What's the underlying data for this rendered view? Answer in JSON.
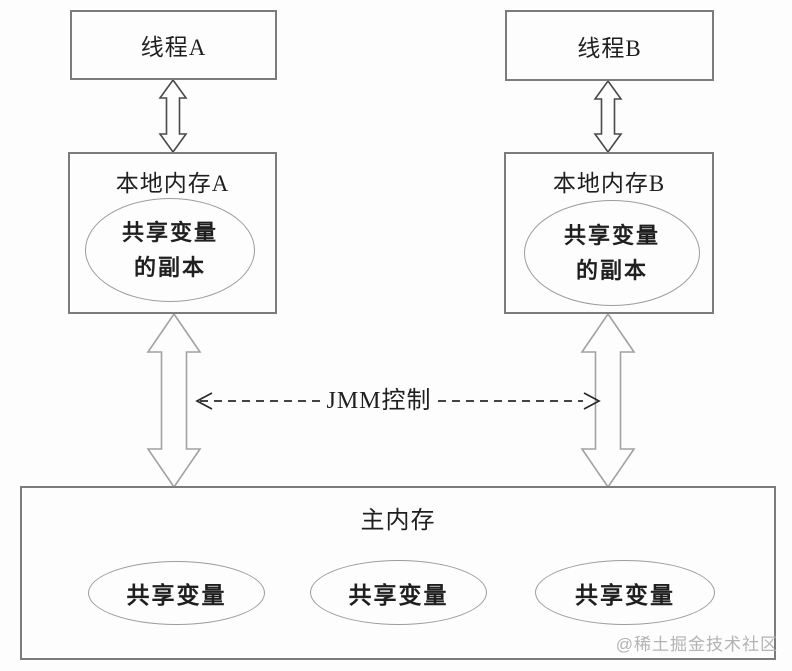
{
  "diagram": {
    "threads": [
      {
        "label": "线程A"
      },
      {
        "label": "线程B"
      }
    ],
    "local_memories": [
      {
        "title": "本地内存A",
        "copy_line1": "共享变量",
        "copy_line2": "的副本"
      },
      {
        "title": "本地内存B",
        "copy_line1": "共享变量",
        "copy_line2": "的副本"
      }
    ],
    "jmm_control_label": "JMM控制",
    "main_memory": {
      "title": "主内存",
      "shared_variables": [
        "共享变量",
        "共享变量",
        "共享变量"
      ]
    },
    "watermark": "@稀土掘金技术社区"
  },
  "icons": {
    "vertical_double_arrow": "⇕",
    "horizontal_dashed_double_arrow": "↔"
  },
  "colors": {
    "background": "#fdfdfd",
    "box_border": "#7c7c7c",
    "ellipse_border": "#9c9c9c",
    "small_arrow_outline": "#4a4a4a",
    "large_arrow_outline": "#a2a2a2",
    "dashed_line": "#2a2a2a",
    "text": "#1f1f1f",
    "watermark": "#b3b3b3"
  }
}
